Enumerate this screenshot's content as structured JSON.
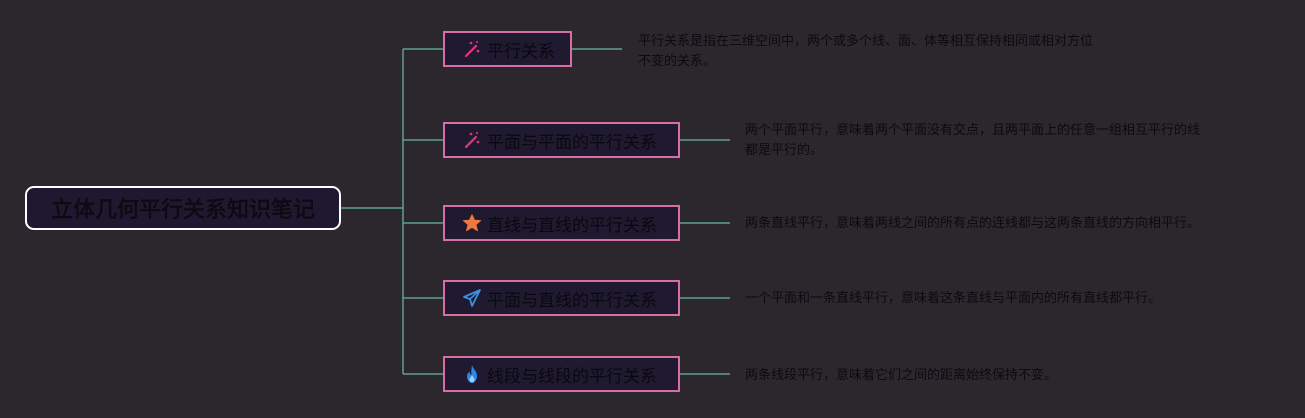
{
  "colors": {
    "background": "#2b272d",
    "connector": "#5e9f93",
    "branch_border": "#d66fa8",
    "node_fill": "#1f1a30",
    "root_border": "#ffffff"
  },
  "root": {
    "label": "立体几何平行关系知识笔记"
  },
  "branches": [
    {
      "label": "平行关系",
      "icon": "magic-wand-icon",
      "note_lines": [
        "平行关系是指在三维空间中，两个或多个线、面、体等相互保持相同或相对方位",
        "不变的关系。"
      ]
    },
    {
      "label": "平面与平面的平行关系",
      "icon": "magic-wand-icon",
      "note_lines": [
        "两个平面平行，意味着两个平面没有交点，且两平面上的任意一组相互平行的线",
        "都是平行的。"
      ]
    },
    {
      "label": "直线与直线的平行关系",
      "icon": "star-icon",
      "note_lines": [
        "两条直线平行，意味着两线之间的所有点的连线都与这两条直线的方向相平行。"
      ]
    },
    {
      "label": "平面与直线的平行关系",
      "icon": "paper-plane-icon",
      "note_lines": [
        "一个平面和一条直线平行，意味着这条直线与平面内的所有直线都平行。"
      ]
    },
    {
      "label": "线段与线段的平行关系",
      "icon": "flame-icon",
      "note_lines": [
        "两条线段平行，意味着它们之间的距离始终保持不变。"
      ]
    }
  ]
}
